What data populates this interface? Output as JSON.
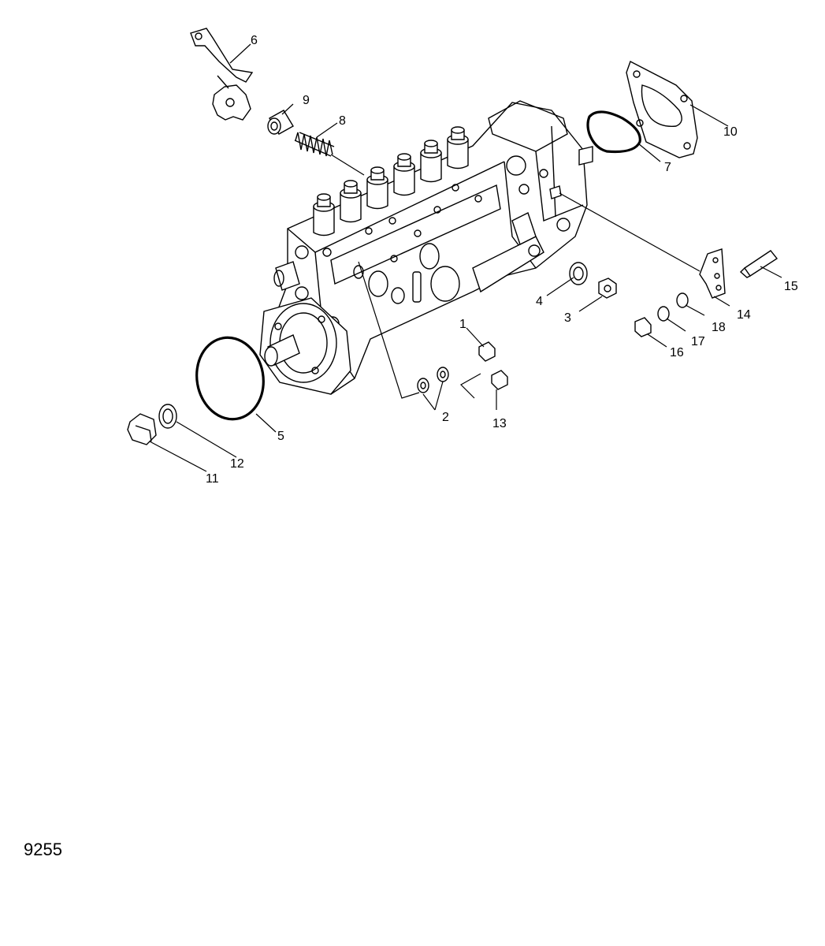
{
  "figure_number": "9255",
  "callouts": [
    {
      "id": "c1",
      "label": "1"
    },
    {
      "id": "c2",
      "label": "2"
    },
    {
      "id": "c3",
      "label": "3"
    },
    {
      "id": "c4",
      "label": "4"
    },
    {
      "id": "c5",
      "label": "5"
    },
    {
      "id": "c6",
      "label": "6"
    },
    {
      "id": "c7",
      "label": "7"
    },
    {
      "id": "c8",
      "label": "8"
    },
    {
      "id": "c9",
      "label": "9"
    },
    {
      "id": "c10",
      "label": "10"
    },
    {
      "id": "c11",
      "label": "11"
    },
    {
      "id": "c12",
      "label": "12"
    },
    {
      "id": "c13",
      "label": "13"
    },
    {
      "id": "c14",
      "label": "14"
    },
    {
      "id": "c15",
      "label": "15"
    },
    {
      "id": "c16",
      "label": "16"
    },
    {
      "id": "c17",
      "label": "17"
    },
    {
      "id": "c18",
      "label": "18"
    }
  ]
}
